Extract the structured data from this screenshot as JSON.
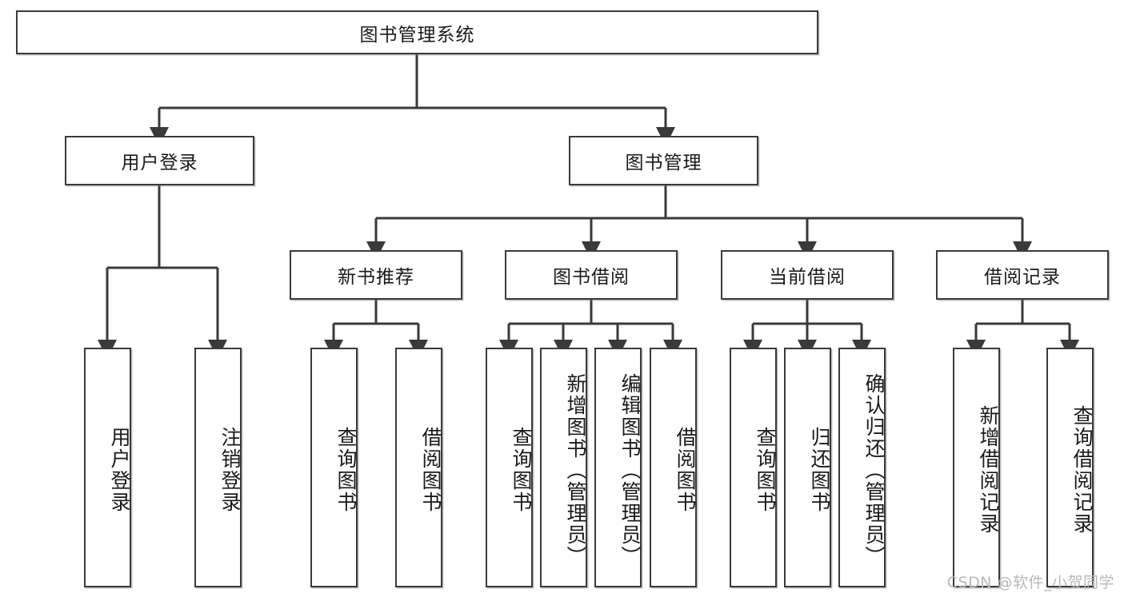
{
  "diagram": {
    "title": "图书管理系统",
    "type": "hierarchy-tree",
    "root": {
      "label": "图书管理系统"
    },
    "level1": [
      {
        "label": "用户登录"
      },
      {
        "label": "图书管理"
      }
    ],
    "level2": [
      {
        "label": "新书推荐"
      },
      {
        "label": "图书借阅"
      },
      {
        "label": "当前借阅"
      },
      {
        "label": "借阅记录"
      }
    ],
    "leaves": {
      "user_login": [
        {
          "label": "用户登录"
        },
        {
          "label": "注销登录"
        }
      ],
      "new_book_recommend": [
        {
          "label": "查询图书"
        },
        {
          "label": "借阅图书"
        }
      ],
      "book_borrow": [
        {
          "label": "查询图书"
        },
        {
          "label": "新增图书（管理员）"
        },
        {
          "label": "编辑图书（管理员）"
        },
        {
          "label": "借阅图书"
        }
      ],
      "current_borrow": [
        {
          "label": "查询图书"
        },
        {
          "label": "归还图书"
        },
        {
          "label": "确认归还（管理员）"
        }
      ],
      "borrow_record": [
        {
          "label": "新增借阅记录"
        },
        {
          "label": "查询借阅记录"
        }
      ]
    }
  },
  "watermark": {
    "text": "CSDN @软件_小贺同学"
  },
  "colors": {
    "border": "#3a3a3a",
    "text": "#1a1a1a",
    "background": "#ffffff",
    "watermark": "#b9b9b9"
  }
}
